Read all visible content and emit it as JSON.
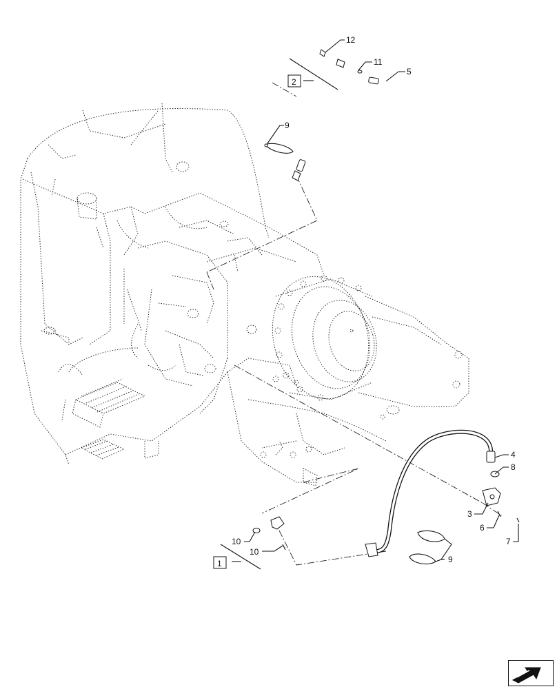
{
  "callouts": {
    "c1": "1",
    "c2": "2",
    "c3": "3",
    "c4": "4",
    "c5": "5",
    "c6": "6",
    "c7": "7",
    "c8": "8",
    "c9a": "9",
    "c9b": "9",
    "c10a": "10",
    "c10b": "10",
    "c11": "11",
    "c12": "12"
  },
  "icons": {
    "nav": "next-page-arrow-icon"
  },
  "colors": {
    "ink": "#111111",
    "background": "#ffffff"
  }
}
